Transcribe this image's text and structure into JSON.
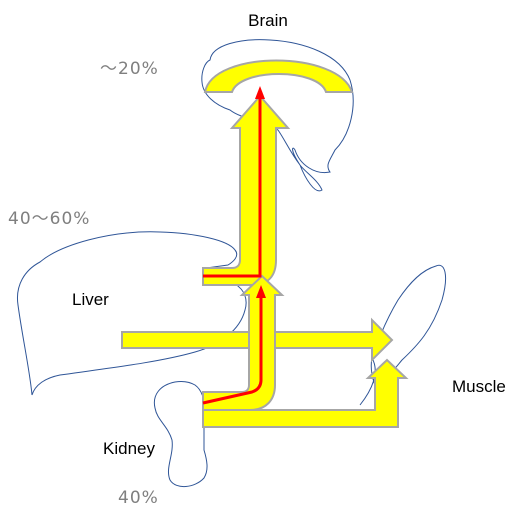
{
  "organs": {
    "brain": "Brain",
    "liver": "Liver",
    "kidney": "Kidney",
    "muscle": "Muscle"
  },
  "percentages": {
    "brain": "～20%",
    "liver": "40～60%",
    "kidney": "40%"
  },
  "colors": {
    "flow_arrow": "#ffff00",
    "flow_arrow_outline": "#a6a6a6",
    "red_path": "#ff0000",
    "organ_outline": "#2f5597",
    "percentage_text": "#7f7f7f"
  }
}
